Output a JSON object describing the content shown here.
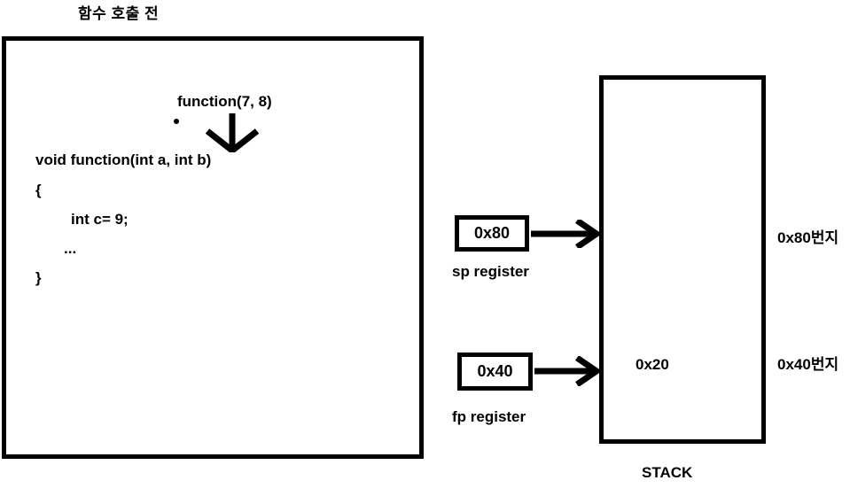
{
  "title": "함수 호출 전",
  "code_panel": {
    "call_expression": "function(7, 8)",
    "lines": [
      "void function(int a, int b)",
      "{",
      "int c= 9;",
      "...",
      "}"
    ],
    "signature": "void function(int a, int b)",
    "brace_open": "{",
    "declaration": "int c= 9;",
    "ellipsis": "...",
    "brace_close": "}"
  },
  "registers": [
    {
      "name": "sp register",
      "value": "0x80"
    },
    {
      "name": "fp register",
      "value": "0x40"
    }
  ],
  "sp": {
    "value": "0x80",
    "label": "sp register"
  },
  "fp": {
    "value": "0x40",
    "label": "fp register"
  },
  "stack": {
    "caption": "STACK",
    "cell_value": "0x20",
    "address_top": "0x80번지",
    "address_bottom": "0x40번지"
  },
  "colors": {
    "stroke": "#000000",
    "background": "#ffffff"
  }
}
